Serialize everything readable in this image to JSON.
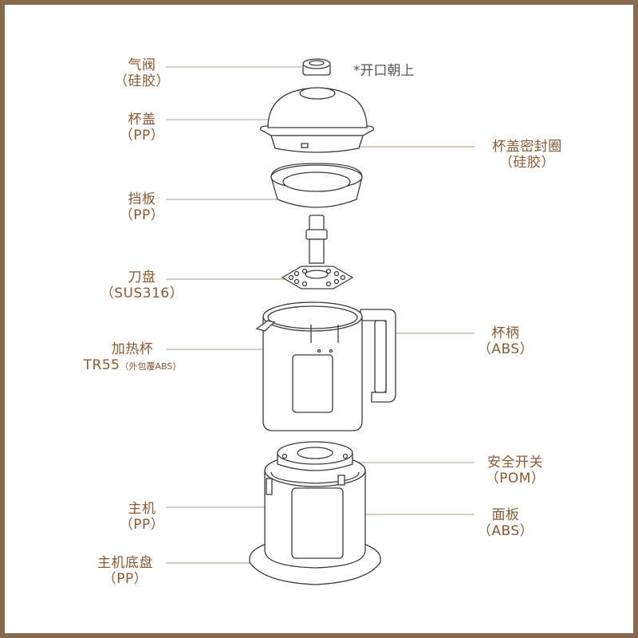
{
  "note": "*开口朝上",
  "labels": {
    "valve": {
      "name": "气阀",
      "material": "（硅胶）"
    },
    "lid": {
      "name": "杯盖",
      "material": "（PP）"
    },
    "lid_seal": {
      "name": "杯盖密封圈",
      "material": "（硅胶）"
    },
    "baffle": {
      "name": "挡板",
      "material": "（PP）"
    },
    "blade": {
      "name": "刀盘",
      "material": "（SUS316）"
    },
    "cup": {
      "name": "加热杯",
      "material": "TR55",
      "material_note": "（外包覆ABS）"
    },
    "handle": {
      "name": "杯柄",
      "material": "（ABS）"
    },
    "safety": {
      "name": "安全开关",
      "material": "（POM）"
    },
    "base": {
      "name": "主机",
      "material": "（PP）"
    },
    "panel": {
      "name": "面板",
      "material": "（ABS）"
    },
    "tray": {
      "name": "主机底盘",
      "material": "（PP）"
    }
  },
  "colors": {
    "frame": "#8a6a4c",
    "label": "#8a5a33",
    "leader": "#b89a80",
    "stroke": "#3a3a3a"
  }
}
